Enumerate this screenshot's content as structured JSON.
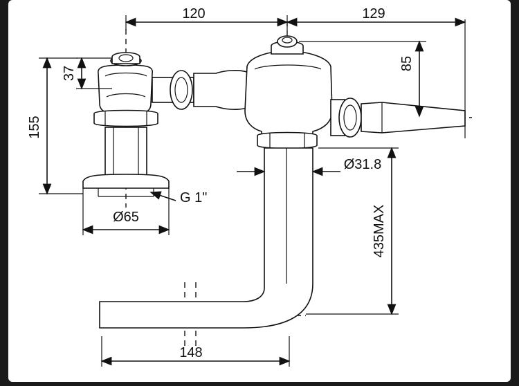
{
  "diagram": {
    "dimensions": {
      "top_left_width": "120",
      "top_right_width": "129",
      "left_height_small": "37",
      "left_height_total": "155",
      "right_height": "85",
      "pipe_diameter": "Ø31.8",
      "base_diameter": "Ø65",
      "thread": "G 1\"",
      "drop_height": "435MAX",
      "bottom_width": "148"
    }
  }
}
